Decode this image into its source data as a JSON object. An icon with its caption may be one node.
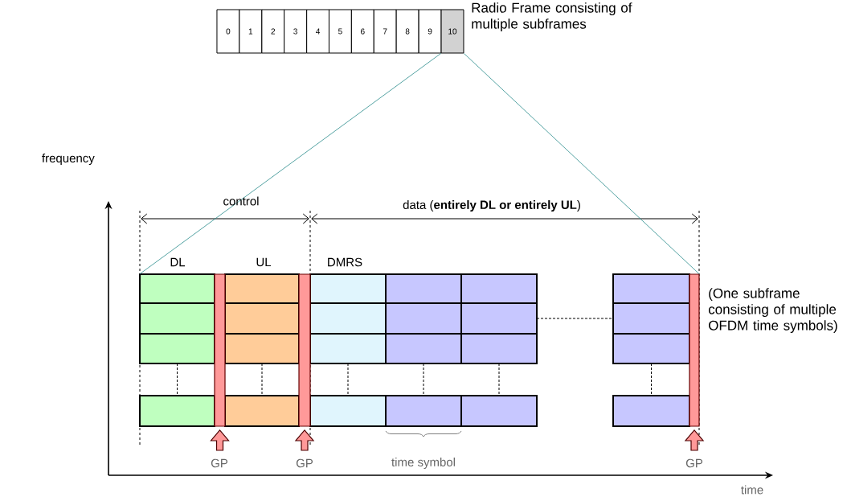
{
  "diagram": {
    "nodes": [
      {
        "text": [
          "0"
        ]
      },
      {
        "text": [
          "1"
        ]
      },
      {
        "text": [
          "2"
        ]
      },
      {
        "text": [
          "3"
        ]
      },
      {
        "text": [
          "4"
        ]
      },
      {
        "text": [
          "5"
        ]
      },
      {
        "text": [
          "6"
        ]
      },
      {
        "text": [
          "7"
        ]
      },
      {
        "text": [
          "8"
        ]
      },
      {
        "text": [
          "9"
        ]
      },
      {
        "text": [
          "10"
        ]
      },
      {
        "text": [],
        "shape": "box"
      }
    ],
    "edges": [
      {
        "from": 10,
        "to": 11,
        "arrow": "none",
        "color": "#2a8c8c"
      },
      {
        "from": 10,
        "to": 11,
        "arrow": "none",
        "color": "#2a8c8c"
      }
    ],
    "labels": [
      "Radio Frame consisting of multiple subframes",
      "frequency",
      "control",
      "data (**entirely DL or entirely UL**)",
      "DL",
      "UL",
      "DMRS",
      "(One subframe consisting of multiple OFDM time symbols)",
      "GP",
      "GP",
      "time symbol",
      "GP",
      "time"
    ]
  }
}
